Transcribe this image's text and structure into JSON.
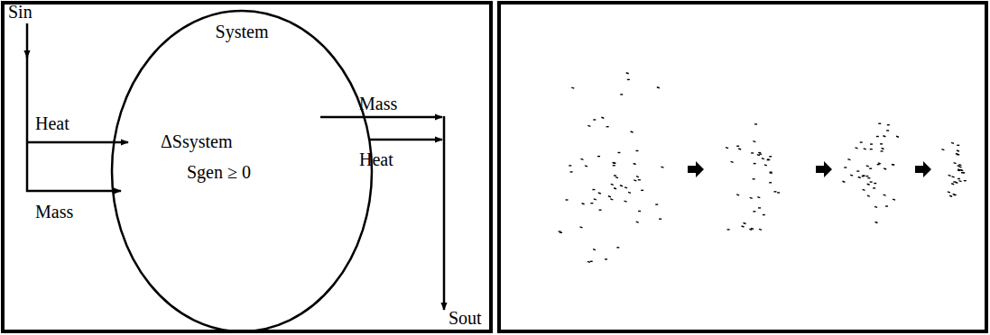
{
  "diagram": {
    "nodes": [
      {
        "text": [
          "System",
          "ΔSsystem",
          "Sgen ≥ 0"
        ]
      }
    ],
    "labels": [
      "Sin",
      "Heat",
      "Mass",
      "Mass",
      "Heat",
      "Sout"
    ]
  }
}
